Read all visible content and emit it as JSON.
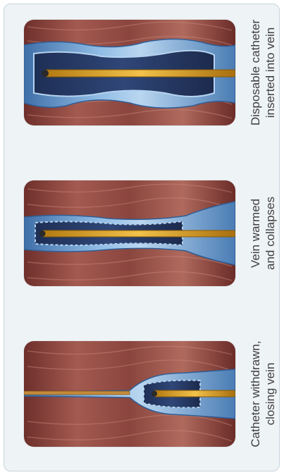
{
  "colors": {
    "frame_bg": "#eef3f6",
    "frame_border": "#c9d3da",
    "tissue": "#8c4a43",
    "vein": "#6a9ed0",
    "catheter": "#e4aa2a",
    "caption_text": "#3e3e3e"
  },
  "panels": [
    {
      "stage": "inserted",
      "caption_lines": [
        "Disposable catheter",
        "inserted into vein"
      ]
    },
    {
      "stage": "warmed",
      "caption_lines": [
        "Vein warmed",
        "and collapses"
      ]
    },
    {
      "stage": "withdrawn",
      "caption_lines": [
        "Catheter withdrawn,",
        "closing vein"
      ]
    }
  ]
}
